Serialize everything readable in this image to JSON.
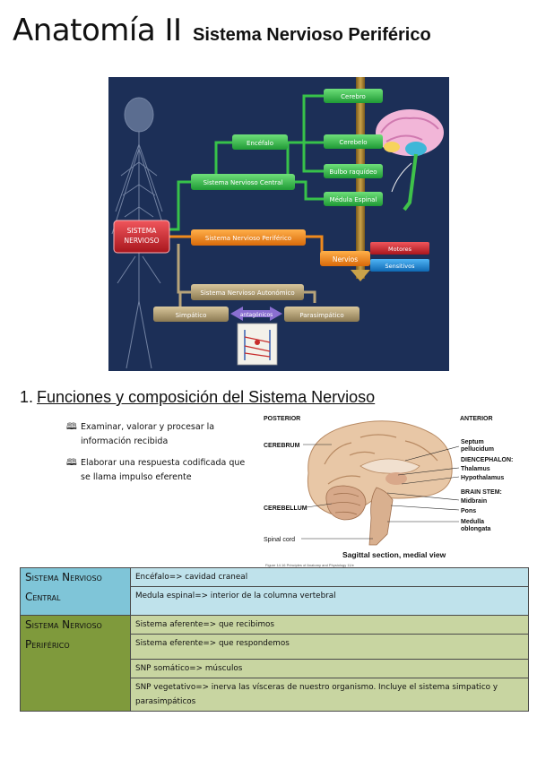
{
  "header": {
    "title": "Anatomía II",
    "subtitle": "Sistema Nervioso Periférico"
  },
  "diagram": {
    "sistema_nervioso": [
      "SISTEMA",
      "NERVIOSO"
    ],
    "central": "Sistema Nervioso Central",
    "encefalo": "Encéfalo",
    "cerebro": "Cerebro",
    "cerebelo": "Cerebelo",
    "bulbo": "Bulbo raquídeo",
    "medula": "Médula Espinal",
    "periferico": "Sistema Nervioso Periférico",
    "nervios": "Nervios",
    "motores": "Motores",
    "sensitivos": "Sensitivos",
    "autonomo": "Sistema Nervioso Autonómico",
    "simpatico": "Simpático",
    "parasimpatico": "Parasimpático",
    "antagonicos": "antagónicos",
    "colors": {
      "background": "#1c2f57",
      "green": "#39c34a",
      "orange": "#f08a1c",
      "red": "#d9343b",
      "blue": "#1d8fe0",
      "tan": "#b8a47a"
    }
  },
  "section": {
    "number": "1.",
    "heading": "Funciones y composición  del Sistema Nervioso"
  },
  "bullets": [
    {
      "icon": "book-bullet-icon",
      "text": "Examinar, valorar y procesar la información recibida"
    },
    {
      "icon": "book-bullet-icon",
      "text": "Elaborar una respuesta codificada que se llama impulso eferente"
    }
  ],
  "brain_figure": {
    "posterior": "POSTERIOR",
    "anterior": "ANTERIOR",
    "cerebrum": "CEREBRUM",
    "cerebellum": "CEREBELLUM",
    "spinal_cord": "Spinal cord",
    "septum": [
      "Septum",
      "pellucidum"
    ],
    "diencephalon": "DIENCEPHALON:",
    "thalamus": "Thalamus",
    "hypothalamus": "Hypothalamus",
    "brain_stem": "BRAIN STEM:",
    "midbrain": "Midbrain",
    "pons": "Pons",
    "medulla": [
      "Medulla",
      "oblongata"
    ],
    "caption": "Sagittal section, medial view",
    "credit": "Figure 14.16 Principles of Anatomy and Physiology 11/e"
  },
  "table": {
    "central": {
      "header": [
        "Sistema Nervioso",
        "Central"
      ],
      "rows": [
        "Encéfalo=> cavidad craneal",
        "Medula espinal=> interior de la columna vertebral"
      ]
    },
    "periferico": {
      "header": [
        "Sistema Nervioso",
        "Periférico"
      ],
      "rows": [
        "Sistema aferente=> que recibimos",
        "Sistema eferente=> que respondemos",
        "SNP somático=> músculos",
        "SNP vegetativo=> inerva las vísceras de nuestro organismo. Incluye el sistema simpatico y parasimpáticos"
      ]
    }
  }
}
